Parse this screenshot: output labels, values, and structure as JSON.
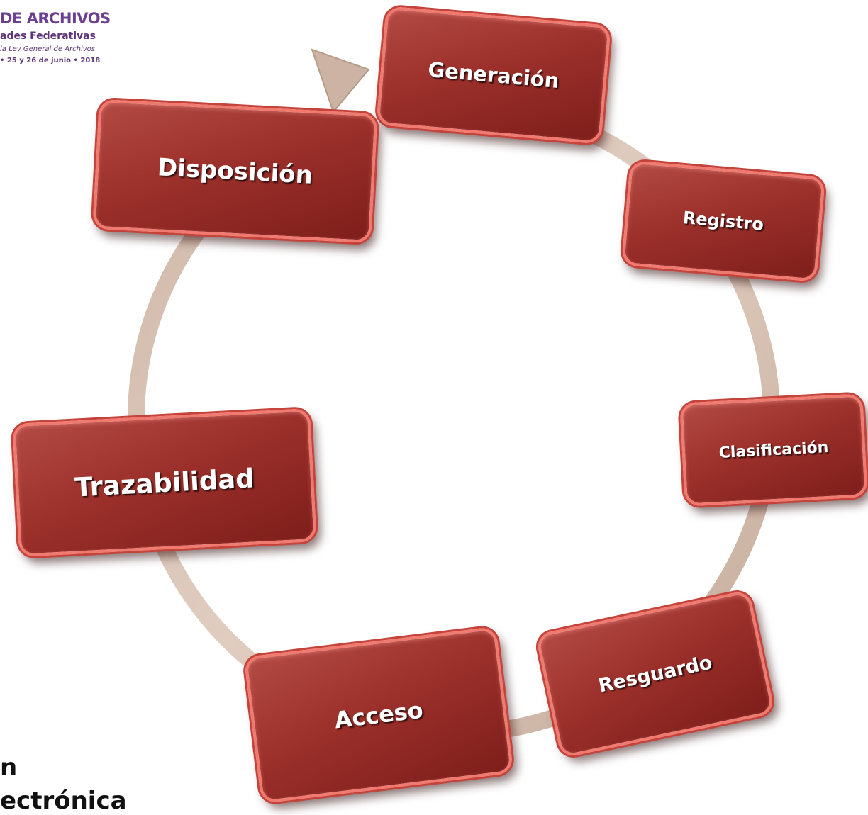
{
  "logo": {
    "line1": "DE ARCHIVOS",
    "line2": "ades Federativas",
    "line3": "la Ley General de Archivos",
    "line4": "• 25 y 26 de junio • 2018"
  },
  "stages": {
    "generacion": "Generación",
    "registro": "Registro",
    "clasificacion": "Clasificación",
    "resguardo": "Resguardo",
    "acceso": "Acceso",
    "trazabilidad": "Trazabilidad",
    "disposicion": "Disposición"
  },
  "caption": {
    "line1": "n",
    "line2": "ectrónica"
  },
  "colors": {
    "box_fill": "#9c302b",
    "box_border": "#f07a70",
    "ring": "#d6bfb1",
    "logo": "#6a3e8c"
  }
}
